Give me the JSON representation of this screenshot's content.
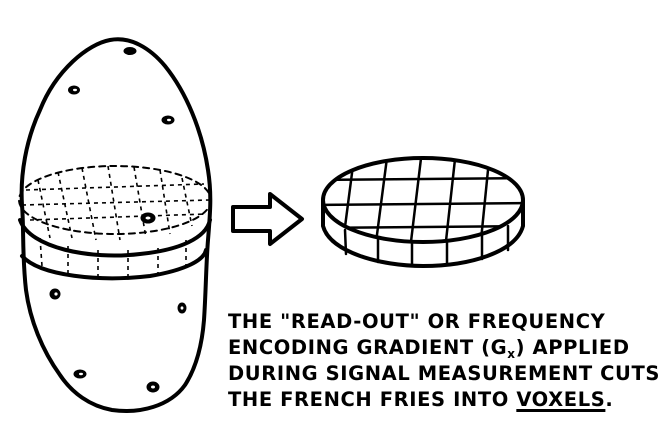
{
  "caption": {
    "line1": "THE \"READ-OUT\" OR FREQUENCY",
    "line2_before": "ENCODING GRADIENT (G",
    "line2_sub": "x",
    "line2_after": ") APPLIED",
    "line3": "DURING SIGNAL MEASUREMENT CUTS",
    "line4_before": "THE FRENCH FRIES INTO ",
    "line4_term": "VOXELS",
    "line4_after": "."
  },
  "colors": {
    "ink": "#000000",
    "paper": "#ffffff"
  },
  "icons": {
    "potato": "potato-with-slice-drawing",
    "arrow": "outlined-right-arrow",
    "slice": "gridded-slab-drawing"
  }
}
